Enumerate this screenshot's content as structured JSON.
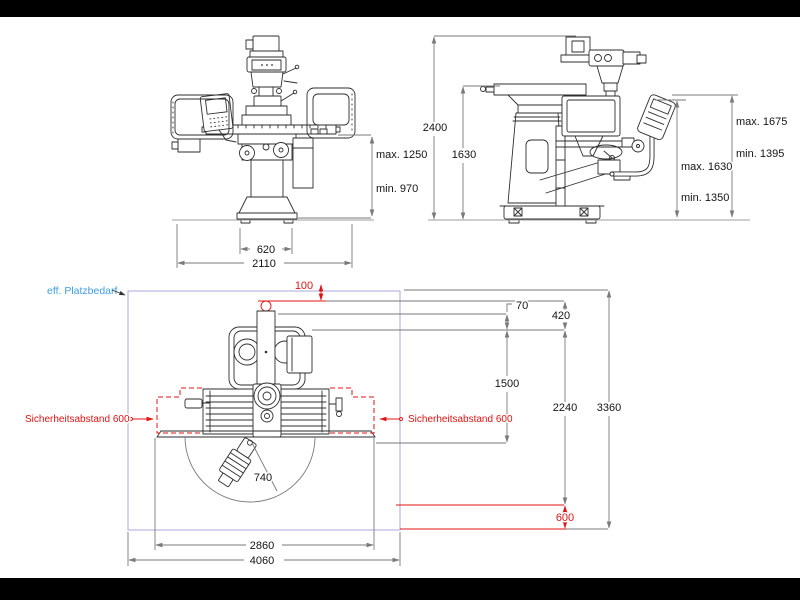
{
  "colors": {
    "background": "#ffffff",
    "letterbox": "#000000",
    "artwork_line": "#2e2e2e",
    "dimension_line": "#7a7a7a",
    "dimension_text": "#141414",
    "accent_red": "#e01414",
    "label_blue": "#3f9ee6",
    "boundary_blue": "#a9a9de"
  },
  "front_view": {
    "dims": {
      "table_width": "620",
      "overall_width": "2110",
      "table_height_max": "max. 1250",
      "table_height_min": "min. 970"
    }
  },
  "side_view": {
    "dims": {
      "overall_height": "2400",
      "column_height": "1630",
      "pendant_height_max": "max. 1675",
      "pendant_height_min": "min. 1395",
      "crank_height_max": "max. 1630",
      "crank_height_min": "min. 1350"
    }
  },
  "plan_view": {
    "labels": {
      "space_requirement": "eff. Platzbedarf",
      "safety_distance_left": "Sicherheitsabstand 600",
      "safety_distance_right": "Sicherheitsabstand 600"
    },
    "dims": {
      "rear_offset": "100",
      "head_offset": "70",
      "head_depth": "420",
      "table_travel": "1500",
      "machine_depth": "2240",
      "total_depth": "3360",
      "front_offset": "600",
      "swing_radius": "740",
      "safety_width": "2860",
      "total_width": "4060"
    }
  }
}
